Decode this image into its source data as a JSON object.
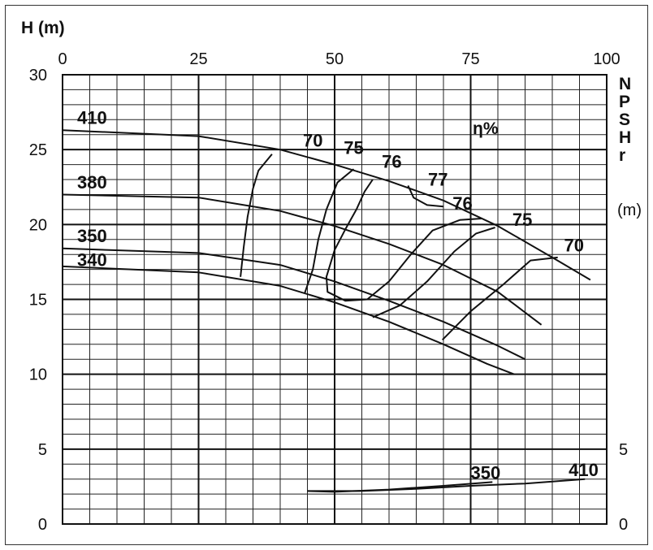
{
  "chart_data": {
    "type": "line",
    "title": "",
    "ylabel": "H (m)",
    "y2label_letters": [
      "N",
      "P",
      "S",
      "H",
      "r"
    ],
    "y2unit": "(m)",
    "efficiency_label": "η%",
    "xlim": [
      0,
      100
    ],
    "ylim": [
      0,
      30
    ],
    "y2lim": [
      0,
      5
    ],
    "x_ticks": [
      0,
      25,
      50,
      75,
      100
    ],
    "y_ticks": [
      0,
      5,
      10,
      15,
      20,
      25,
      30
    ],
    "y2_ticks": [
      0,
      5
    ],
    "grid": true,
    "head_curves": [
      {
        "name": "410",
        "points": [
          [
            0,
            26.3
          ],
          [
            25,
            25.9
          ],
          [
            40,
            25.0
          ],
          [
            50,
            24.0
          ],
          [
            60,
            22.9
          ],
          [
            70,
            21.6
          ],
          [
            80,
            19.9
          ],
          [
            90,
            17.8
          ],
          [
            97,
            16.3
          ]
        ]
      },
      {
        "name": "380",
        "points": [
          [
            0,
            22.0
          ],
          [
            25,
            21.8
          ],
          [
            40,
            20.9
          ],
          [
            50,
            19.9
          ],
          [
            60,
            18.7
          ],
          [
            70,
            17.3
          ],
          [
            80,
            15.5
          ],
          [
            88,
            13.3
          ]
        ]
      },
      {
        "name": "350",
        "points": [
          [
            0,
            18.4
          ],
          [
            25,
            18.1
          ],
          [
            40,
            17.3
          ],
          [
            50,
            16.2
          ],
          [
            60,
            14.9
          ],
          [
            70,
            13.5
          ],
          [
            80,
            11.9
          ],
          [
            85,
            11.0
          ]
        ]
      },
      {
        "name": "340",
        "points": [
          [
            0,
            17.2
          ],
          [
            25,
            16.8
          ],
          [
            40,
            15.9
          ],
          [
            50,
            14.8
          ],
          [
            60,
            13.5
          ],
          [
            70,
            12.0
          ],
          [
            78,
            10.7
          ],
          [
            83,
            10.0
          ]
        ]
      }
    ],
    "efficiency_curves": [
      {
        "name": "70",
        "label_pos": [
          46,
          25.2
        ],
        "points": [
          [
            38.5,
            24.7
          ],
          [
            36,
            23.6
          ],
          [
            35,
            22.4
          ],
          [
            34,
            20.5
          ],
          [
            33.3,
            18.5
          ],
          [
            32.7,
            16.5
          ],
          [
            35,
            16.0
          ],
          [
            37.5,
            18.2
          ],
          [
            40,
            19.8
          ],
          [
            44,
            21.6
          ],
          [
            50,
            23.3
          ],
          [
            55,
            23.7
          ],
          [
            62,
            23.2
          ],
          [
            70,
            22.0
          ],
          [
            78,
            20.6
          ],
          [
            84,
            19.3
          ],
          [
            91,
            17.9
          ],
          [
            93,
            17.6
          ]
        ],
        "draw": [
          [
            38.5,
            24.7
          ],
          [
            36,
            23.6
          ],
          [
            35,
            22.4
          ],
          [
            34,
            20.5
          ],
          [
            33.3,
            18.5
          ],
          [
            32.7,
            16.5
          ]
        ],
        "draw2": [
          [
            69.8,
            12.3
          ],
          [
            75,
            14.2
          ],
          [
            81,
            16.0
          ],
          [
            86,
            17.6
          ],
          [
            91,
            17.8
          ]
        ]
      },
      {
        "name": "75",
        "label_pos": [
          53.5,
          24.7
        ],
        "points": [
          [
            53.5,
            23.7
          ],
          [
            50.5,
            22.8
          ],
          [
            48.5,
            21.0
          ],
          [
            47,
            19.0
          ],
          [
            46,
            17.0
          ],
          [
            44.5,
            15.4
          ]
        ],
        "draw": [
          [
            53.5,
            23.7
          ],
          [
            50.5,
            22.8
          ],
          [
            48.5,
            21.0
          ],
          [
            47,
            19.0
          ],
          [
            46,
            17.0
          ],
          [
            44.5,
            15.4
          ]
        ],
        "draw2": [
          [
            57,
            13.8
          ],
          [
            62,
            14.6
          ],
          [
            67,
            16.2
          ],
          [
            72,
            18.2
          ],
          [
            76,
            19.4
          ],
          [
            79.5,
            19.8
          ]
        ]
      },
      {
        "name": "76",
        "label_pos": [
          60.5,
          23.8
        ],
        "points": [
          [
            57,
            23.0
          ],
          [
            55.5,
            22.2
          ],
          [
            54,
            21.0
          ],
          [
            52,
            19.7
          ],
          [
            50,
            18.3
          ],
          [
            48.5,
            16.5
          ],
          [
            48.7,
            15.5
          ],
          [
            52,
            14.9
          ],
          [
            56,
            15.0
          ],
          [
            60,
            16.2
          ],
          [
            64,
            18.0
          ],
          [
            68,
            19.6
          ],
          [
            73,
            20.3
          ],
          [
            77,
            20.4
          ]
        ],
        "draw": [
          [
            57,
            23.0
          ],
          [
            55.5,
            22.2
          ],
          [
            54,
            21.0
          ],
          [
            52,
            19.7
          ],
          [
            50,
            18.3
          ],
          [
            48.5,
            16.5
          ],
          [
            48.7,
            15.5
          ],
          [
            52,
            14.9
          ],
          [
            56,
            15.0
          ],
          [
            60,
            16.2
          ],
          [
            64,
            18.0
          ],
          [
            68,
            19.6
          ],
          [
            73,
            20.3
          ],
          [
            77,
            20.4
          ]
        ]
      },
      {
        "name": "77",
        "label_pos": [
          69,
          22.6
        ],
        "points": [
          [
            63.5,
            22.6
          ],
          [
            64.5,
            21.8
          ],
          [
            67,
            21.3
          ],
          [
            70,
            21.2
          ]
        ],
        "draw": [
          [
            63.5,
            22.6
          ],
          [
            64.5,
            21.8
          ],
          [
            67,
            21.3
          ],
          [
            70,
            21.2
          ]
        ]
      }
    ],
    "efficiency_label_positions": {
      "76_right": [
        73.5,
        21.0
      ],
      "75_right": [
        84.5,
        19.9
      ],
      "70_right": [
        94,
        18.2
      ]
    },
    "npsh_curves": [
      {
        "name": "350",
        "points": [
          [
            45,
            2.2
          ],
          [
            50,
            2.15
          ],
          [
            60,
            2.3
          ],
          [
            70,
            2.55
          ],
          [
            79,
            2.8
          ]
        ]
      },
      {
        "name": "410",
        "points": [
          [
            45,
            2.2
          ],
          [
            55,
            2.2
          ],
          [
            65,
            2.35
          ],
          [
            75,
            2.55
          ],
          [
            85,
            2.7
          ],
          [
            96,
            3.0
          ]
        ]
      }
    ],
    "curve_labels": {
      "head": [
        {
          "name": "410",
          "pos": [
            1.5,
            26.5
          ]
        },
        {
          "name": "380",
          "pos": [
            1.5,
            22.2
          ]
        },
        {
          "name": "350",
          "pos": [
            1.5,
            18.6
          ]
        },
        {
          "name": "340",
          "pos": [
            1.5,
            17.0
          ]
        }
      ],
      "npsh": [
        {
          "name": "350",
          "pos": [
            75,
            3.0
          ]
        },
        {
          "name": "410",
          "pos": [
            93,
            3.2
          ]
        }
      ]
    }
  }
}
